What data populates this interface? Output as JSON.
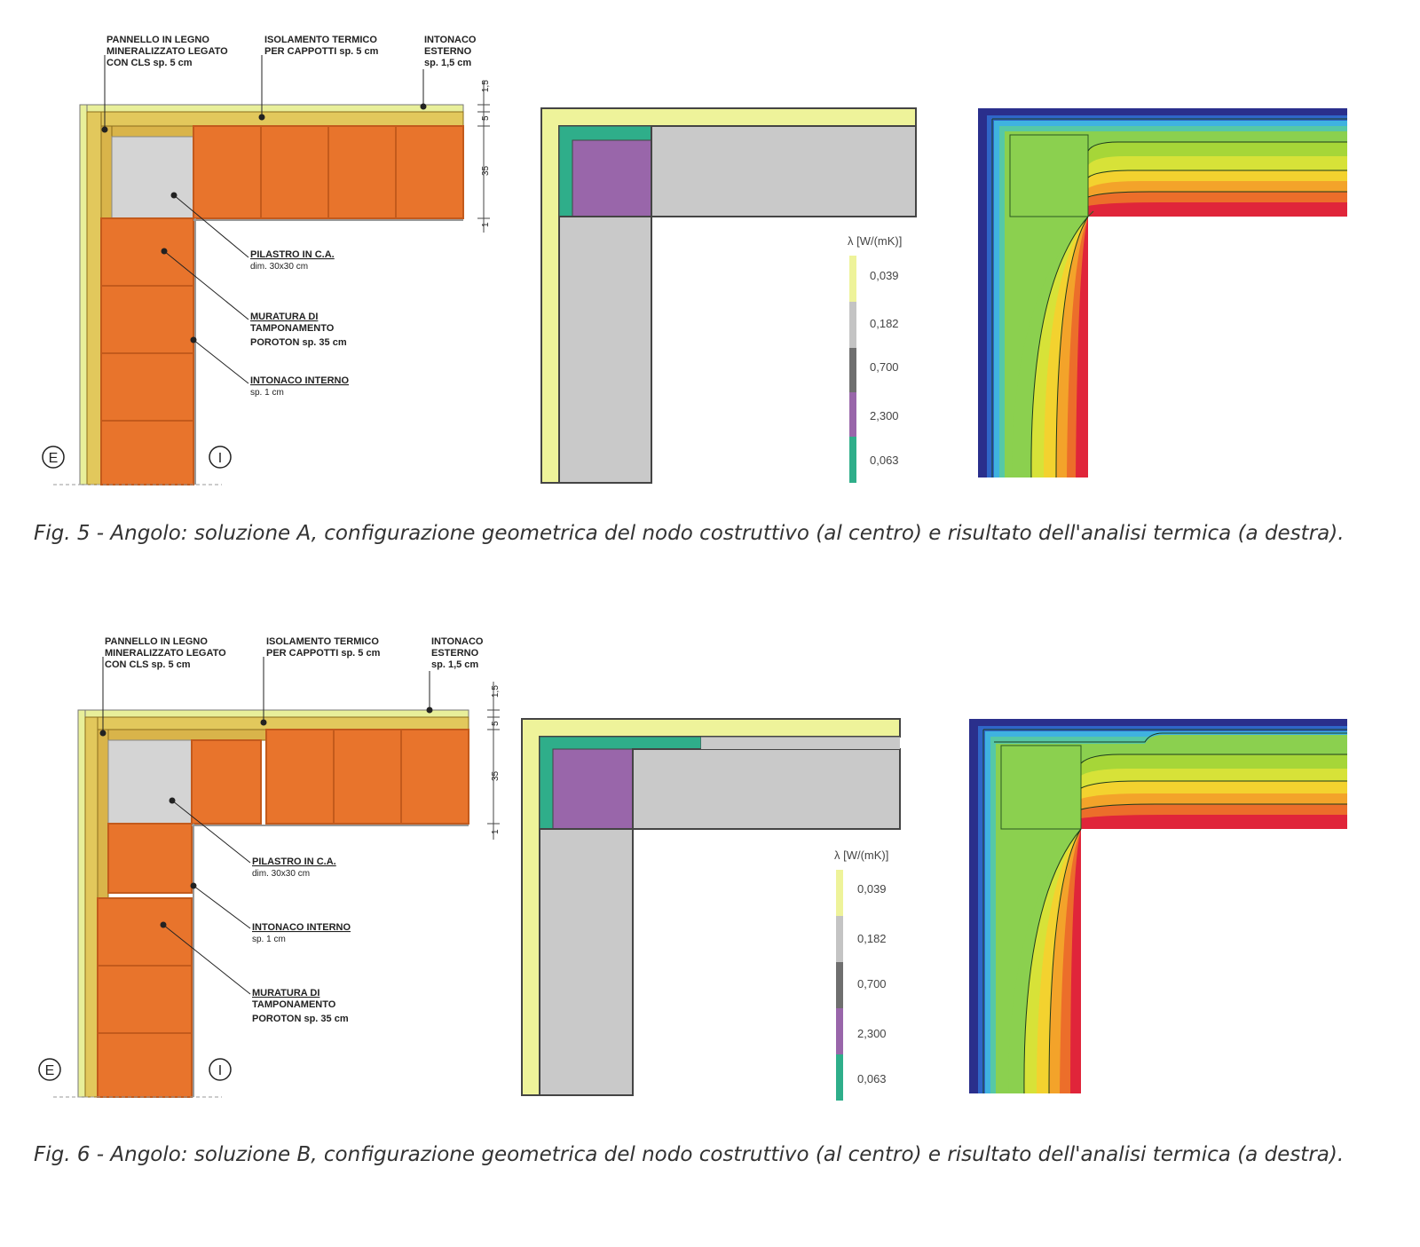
{
  "figures": [
    {
      "caption": "Fig. 5 - Angolo: soluzione A, configurazione geometrica del nodo costruttivo (al centro) e risultato dell'analisi termica (a destra).",
      "labels": {
        "panel": [
          "PANNELLO IN LEGNO",
          "MINERALIZZATO LEGATO",
          "CON CLS   sp. 5 cm"
        ],
        "insulation": [
          "ISOLAMENTO TERMICO",
          "PER CAPPOTTI   sp. 5 cm"
        ],
        "ext_plaster": [
          "INTONACO",
          "ESTERNO",
          "sp. 1,5 cm"
        ],
        "pillar": [
          "PILASTRO IN C.A.",
          "dim.  30x30 cm"
        ],
        "masonry": [
          "MURATURA DI",
          "TAMPONAMENTO",
          "POROTON   sp. 35 cm"
        ],
        "int_plaster": [
          "INTONACO INTERNO",
          "sp. 1 cm"
        ],
        "dims": [
          "1,5",
          "5",
          "35",
          "1"
        ],
        "exterior": "E",
        "interior": "I"
      },
      "legend": {
        "title": "λ [W/(mK)]",
        "values": [
          "0,039",
          "0,182",
          "0,700",
          "2,300",
          "0,063"
        ]
      }
    },
    {
      "caption": "Fig. 6 - Angolo: soluzione B, configurazione geometrica del nodo costruttivo (al centro) e risultato dell'analisi termica (a destra).",
      "labels": {
        "panel": [
          "PANNELLO IN LEGNO",
          "MINERALIZZATO LEGATO",
          "CON CLS   sp. 5 cm"
        ],
        "insulation": [
          "ISOLAMENTO TERMICO",
          "PER CAPPOTTI   sp. 5 cm"
        ],
        "ext_plaster": [
          "INTONACO",
          "ESTERNO",
          "sp. 1,5 cm"
        ],
        "pillar": [
          "PILASTRO IN C.A.",
          "dim.  30x30 cm"
        ],
        "masonry": [
          "MURATURA DI",
          "TAMPONAMENTO",
          "POROTON   sp. 35 cm"
        ],
        "int_plaster": [
          "INTONACO INTERNO",
          "sp. 1 cm"
        ],
        "dims": [
          "1,5",
          "5",
          "35",
          "1"
        ],
        "exterior": "E",
        "interior": "I"
      },
      "legend": {
        "title": "λ [W/(mK)]",
        "values": [
          "0,039",
          "0,182",
          "0,700",
          "2,300",
          "0,063"
        ]
      }
    }
  ],
  "colors": {
    "brick": "#e8742c",
    "brick_line": "#c35a1c",
    "concrete": "#d2d2d2",
    "insulation": "#e7e28a",
    "plaster_ext": "#e8ef9a",
    "legend_0039": "#eef39a",
    "legend_0182": "#c4c4c4",
    "legend_0700": "#6f6f6f",
    "legend_2300": "#9966aa",
    "legend_0063": "#2fae8a"
  }
}
